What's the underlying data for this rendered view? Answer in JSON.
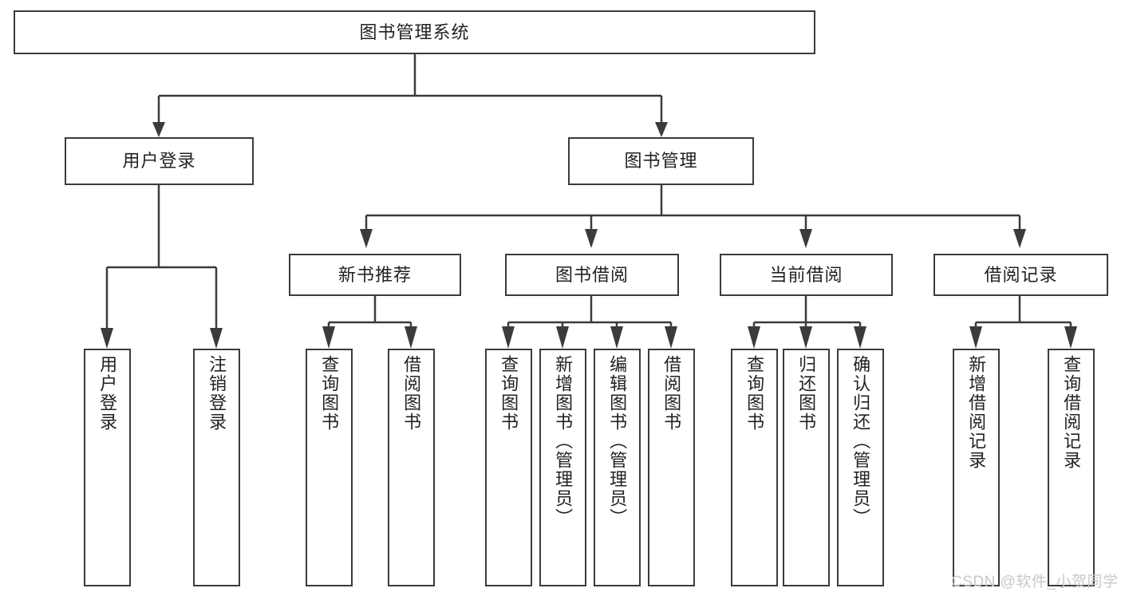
{
  "diagram": {
    "type": "tree-hierarchy-chart",
    "title": "图书管理系统",
    "orientation": "top-down",
    "line_color": "#3b3b3b",
    "box_fill": "#ffffff",
    "text_color": "#222222"
  },
  "root": {
    "label": "图书管理系统"
  },
  "level2": [
    {
      "label": "用户登录"
    },
    {
      "label": "图书管理"
    }
  ],
  "level3": [
    {
      "label": "新书推荐"
    },
    {
      "label": "图书借阅"
    },
    {
      "label": "当前借阅"
    },
    {
      "label": "借阅记录"
    }
  ],
  "leaves": {
    "user_login": [
      {
        "label": "用户登录"
      },
      {
        "label": "注销登录"
      }
    ],
    "new_book_recommend": [
      {
        "label": "查询图书"
      },
      {
        "label": "借阅图书"
      }
    ],
    "book_borrow": [
      {
        "label": "查询图书"
      },
      {
        "label": "新增图书（管理员）"
      },
      {
        "label": "编辑图书（管理员）"
      },
      {
        "label": "借阅图书"
      }
    ],
    "current_borrow": [
      {
        "label": "查询图书"
      },
      {
        "label": "归还图书"
      },
      {
        "label": "确认归还（管理员）"
      }
    ],
    "borrow_record": [
      {
        "label": "新增借阅记录"
      },
      {
        "label": "查询借阅记录"
      }
    ]
  },
  "watermark": {
    "text": "CSDN @软件_小贺同学",
    "color": "#c9c9c9"
  }
}
